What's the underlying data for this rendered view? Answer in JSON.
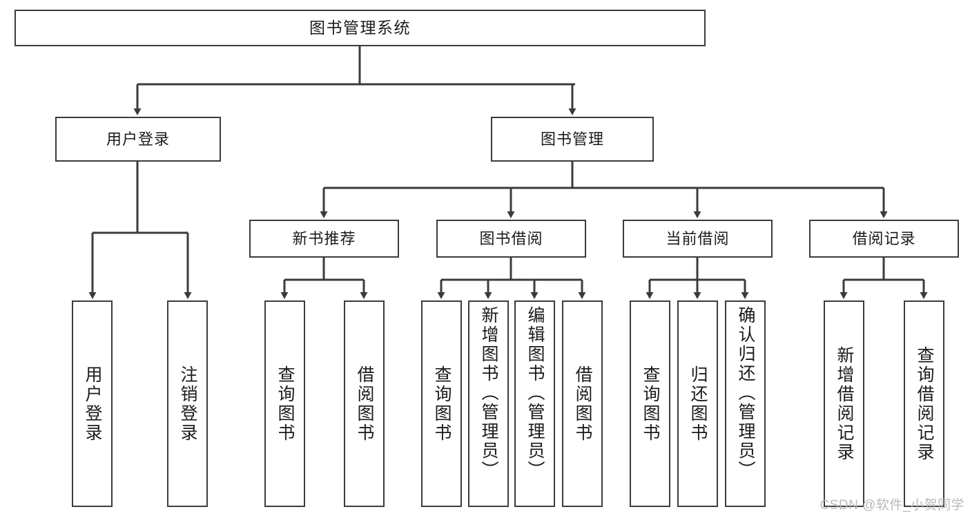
{
  "diagram": {
    "title": "图书管理系统",
    "type": "tree",
    "watermark": "CSDN @软件_小贺同学",
    "colors": {
      "stroke": "#3b3b3b",
      "text": "#1b1b1b",
      "background": "#ffffff",
      "watermark": "#b9b9b9"
    },
    "nodes": {
      "root": {
        "label": "图书管理系统"
      },
      "level1": [
        {
          "id": "user-login",
          "label": "用户登录"
        },
        {
          "id": "book-manage",
          "label": "图书管理"
        }
      ],
      "level2": [
        {
          "id": "new-book-recommend",
          "label": "新书推荐"
        },
        {
          "id": "book-borrow",
          "label": "图书借阅"
        },
        {
          "id": "current-borrow",
          "label": "当前借阅"
        },
        {
          "id": "borrow-record",
          "label": "借阅记录"
        }
      ],
      "leaves": {
        "user_login": [
          {
            "id": "leaf-user-login",
            "label": "用户登录"
          },
          {
            "id": "leaf-logout-login",
            "label": "注销登录"
          }
        ],
        "new_book_recommend": [
          {
            "id": "leaf-query-book-1",
            "label": "查询图书"
          },
          {
            "id": "leaf-borrow-book-1",
            "label": "借阅图书"
          }
        ],
        "book_borrow": [
          {
            "id": "leaf-query-book-2",
            "label": "查询图书"
          },
          {
            "id": "leaf-add-book",
            "label": "新增图书（管理员）"
          },
          {
            "id": "leaf-edit-book",
            "label": "编辑图书（管理员）"
          },
          {
            "id": "leaf-borrow-book-2",
            "label": "借阅图书"
          }
        ],
        "current_borrow": [
          {
            "id": "leaf-query-book-3",
            "label": "查询图书"
          },
          {
            "id": "leaf-return-book",
            "label": "归还图书"
          },
          {
            "id": "leaf-confirm-return",
            "label": "确认归还（管理员）"
          }
        ],
        "borrow_record": [
          {
            "id": "leaf-add-borrow-record",
            "label": "新增借阅记录"
          },
          {
            "id": "leaf-query-borrow-record",
            "label": "查询借阅记录"
          }
        ]
      }
    }
  }
}
